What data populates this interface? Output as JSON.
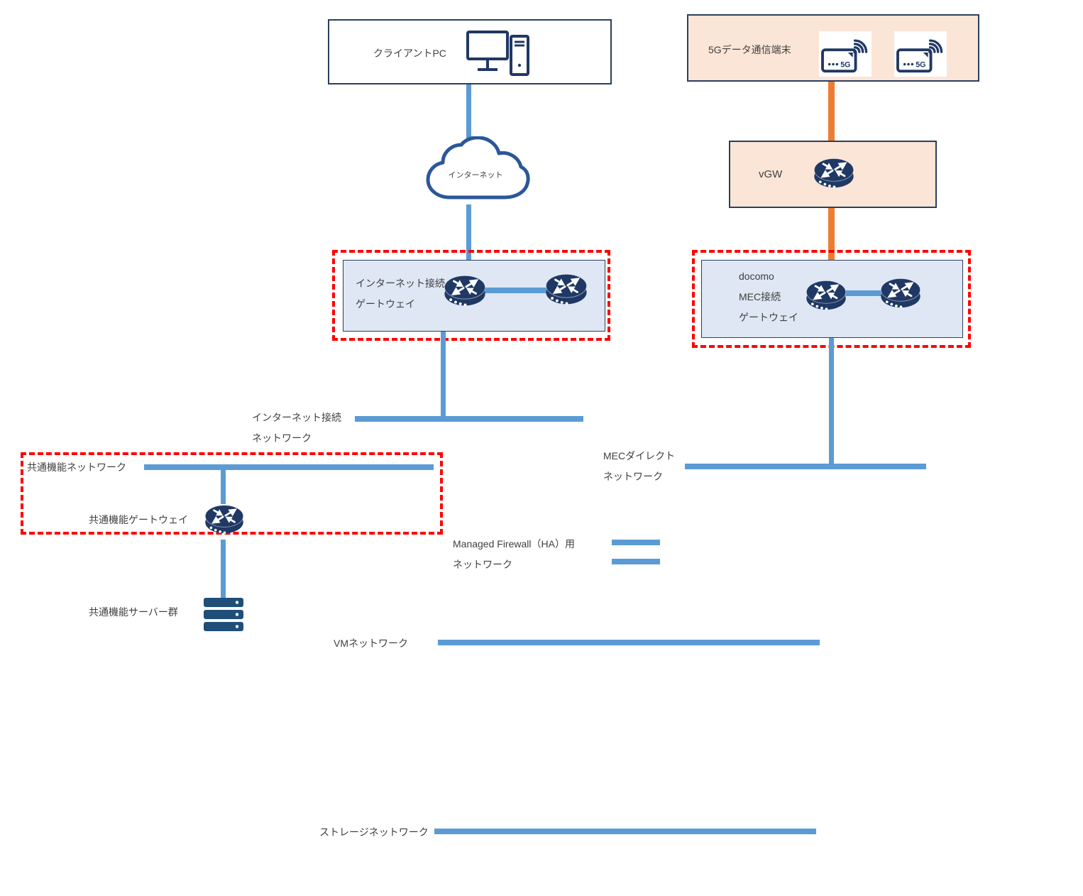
{
  "colors": {
    "connector_blue": "#5B9BD5",
    "connector_orange": "#ED7D31",
    "highlight_dashed_red": "#FF0000",
    "box_border_navy": "#2B3F60",
    "peach_fill": "#FBE5D6",
    "lightblue_fill": "#DEE7F3",
    "icon_navy": "#1F3864",
    "server_blue": "#1F4E79",
    "cloud_stroke": "#2B579A",
    "text_color": "#404040"
  },
  "nodes": {
    "client_pc": {
      "label": "クライアントPC"
    },
    "internet_cloud": {
      "label": "インターネット"
    },
    "internet_gateway": {
      "line1": "インターネット接続",
      "line2": "ゲートウェイ"
    },
    "terminal_5g": {
      "label": "5Gデータ通信端末",
      "icon_text": "5G"
    },
    "vgw": {
      "label": "vGW"
    },
    "docomo_mec_gateway": {
      "line1": "docomo",
      "line2": "MEC接続",
      "line3": "ゲートウェイ"
    },
    "common_gateway": {
      "label": "共通機能ゲートウェイ"
    },
    "common_servers": {
      "label": "共通機能サーバー群"
    }
  },
  "networks": {
    "internet": {
      "line1": "インターネット接続",
      "line2": "ネットワーク"
    },
    "common": {
      "label": "共通機能ネットワーク"
    },
    "mec_direct": {
      "line1": "MECダイレクト",
      "line2": "ネットワーク"
    },
    "managed_firewall": {
      "line1": "Managed Firewall（HA）用",
      "line2": "ネットワーク"
    },
    "vm": {
      "label": "VMネットワーク"
    },
    "storage": {
      "label": "ストレージネットワーク"
    }
  }
}
